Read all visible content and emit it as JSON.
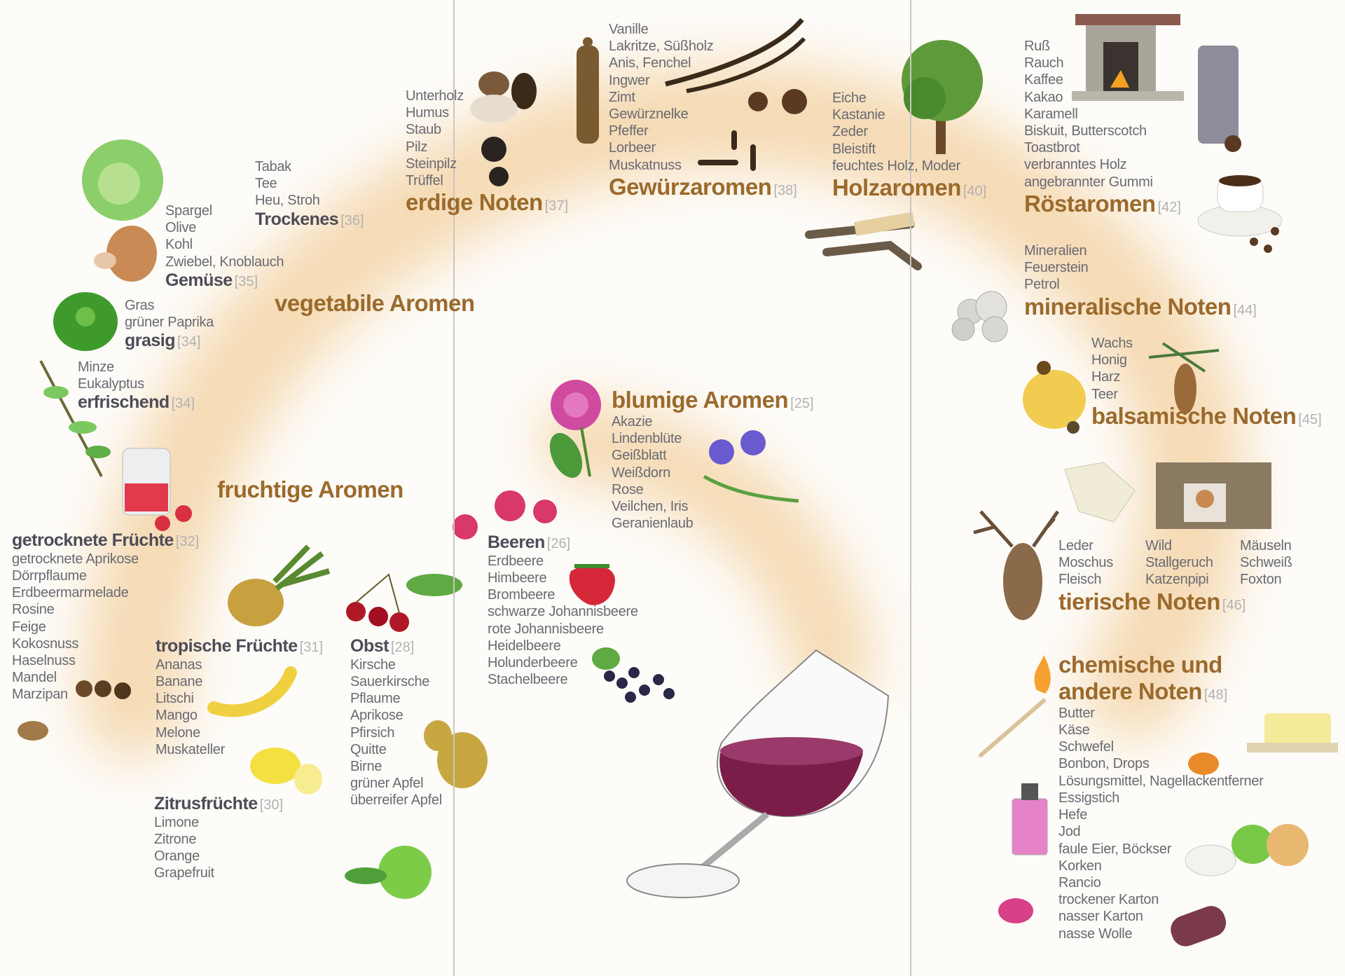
{
  "colors": {
    "category": "#9b6a2c",
    "subcategory": "#4d4c57",
    "item": "#6a6a72",
    "reference": "#b3b1b3",
    "glow": "#f0c68c",
    "wine": "#7a1d48"
  },
  "labels": {
    "vegetabile": "vegetabile Aromen",
    "fruchtige": "fruchtige Aromen"
  },
  "groups": {
    "trockenes": {
      "title": "Trockenes",
      "ref": "[36]",
      "items": [
        "Tabak",
        "Tee",
        "Heu, Stroh"
      ]
    },
    "erdige": {
      "title": "erdige Noten",
      "ref": "[37]",
      "items": [
        "Unterholz",
        "Humus",
        "Staub",
        "Pilz",
        "Steinpilz",
        "Trüffel"
      ]
    },
    "gewuerz": {
      "title": "Gewürzaromen",
      "ref": "[38]",
      "items": [
        "Vanille",
        "Lakritze, Süßholz",
        "Anis, Fenchel",
        "Ingwer",
        "Zimt",
        "Gewürznelke",
        "Pfeffer",
        "Lorbeer",
        "Muskatnuss"
      ]
    },
    "holz": {
      "title": "Holzaromen",
      "ref": "[40]",
      "items": [
        "Eiche",
        "Kastanie",
        "Zeder",
        "Bleistift",
        "feuchtes Holz, Moder"
      ]
    },
    "roest": {
      "title": "Röstaromen",
      "ref": "[42]",
      "items": [
        "Ruß",
        "Rauch",
        "Kaffee",
        "Kakao",
        "Karamell",
        "Biskuit, Butterscotch",
        "Toastbrot",
        "verbranntes Holz",
        "angebrannter Gummi"
      ]
    },
    "mineral": {
      "title": "mineralische Noten",
      "ref": "[44]",
      "items": [
        "Mineralien",
        "Feuerstein",
        "Petrol"
      ]
    },
    "balsam": {
      "title": "balsamische Noten",
      "ref": "[45]",
      "items": [
        "Wachs",
        "Honig",
        "Harz",
        "Teer"
      ]
    },
    "tierisch": {
      "title": "tierische Noten",
      "ref": "[46]",
      "columns": [
        [
          "Leder",
          "Moschus",
          "Fleisch"
        ],
        [
          "Wild",
          "Stallgeruch",
          "Katzenpipi"
        ],
        [
          "Mäuseln",
          "Schweiß",
          "Foxton"
        ]
      ]
    },
    "chemisch": {
      "title": "chemische und\nandere Noten",
      "ref": "[48]",
      "items": [
        "Butter",
        "Käse",
        "Schwefel",
        "Bonbon, Drops",
        "Lösungsmittel, Nagellackentferner",
        "Essigstich",
        "Hefe",
        "Jod",
        "faule Eier, Böckser",
        "Korken",
        "Rancio",
        "trockener Karton",
        "nasser Karton",
        "nasse Wolle"
      ]
    },
    "blumig": {
      "title": "blumige Aromen",
      "ref": "[25]",
      "items": [
        "Akazie",
        "Lindenblüte",
        "Geißblatt",
        "Weißdorn",
        "Rose",
        "Veilchen, Iris",
        "Geranienlaub"
      ]
    },
    "beeren": {
      "title": "Beeren",
      "ref": "[26]",
      "items": [
        "Erdbeere",
        "Himbeere",
        "Brombeere",
        "schwarze Johannisbeere",
        "rote Johannisbeere",
        "Heidelbeere",
        "Holunderbeere",
        "Stachelbeere"
      ]
    },
    "obst": {
      "title": "Obst",
      "ref": "[28]",
      "items": [
        "Kirsche",
        "Sauerkirsche",
        "Pflaume",
        "Aprikose",
        "Pfirsich",
        "Quitte",
        "Birne",
        "grüner Apfel",
        "überreifer Apfel"
      ]
    },
    "tropisch": {
      "title": "tropische Früchte",
      "ref": "[31]",
      "items": [
        "Ananas",
        "Banane",
        "Litschi",
        "Mango",
        "Melone",
        "Muskateller"
      ]
    },
    "zitrus": {
      "title": "Zitrusfrüchte",
      "ref": "[30]",
      "items": [
        "Limone",
        "Zitrone",
        "Orange",
        "Grapefruit"
      ]
    },
    "getrocknet": {
      "title": "getrocknete Früchte",
      "ref": "[32]",
      "items": [
        "getrocknete Aprikose",
        "Dörrpflaume",
        "Erdbeermarmelade",
        "Rosine",
        "Feige",
        "Kokosnuss",
        "Haselnuss",
        "Mandel",
        "Marzipan"
      ]
    },
    "erfrischend": {
      "title": "erfrischend",
      "ref": "[34]",
      "items": [
        "Minze",
        "Eukalyptus"
      ]
    },
    "grasig": {
      "title": "grasig",
      "ref": "[34]",
      "items": [
        "Gras",
        "grüner Paprika"
      ]
    },
    "gemuese": {
      "title": "Gemüse",
      "ref": "[35]",
      "items": [
        "Spargel",
        "Olive",
        "Kohl",
        "Zwiebel, Knoblauch"
      ]
    }
  }
}
